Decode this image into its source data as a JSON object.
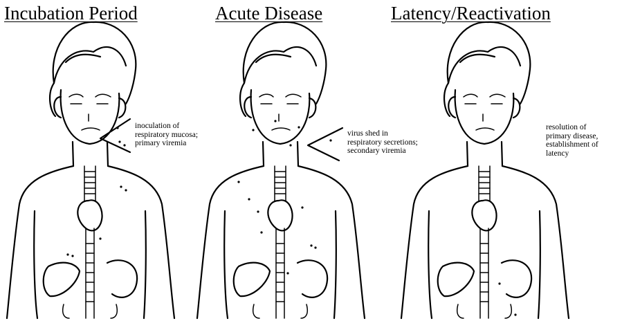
{
  "stages": [
    {
      "title": "Incubation Period",
      "annotation": [
        "inoculation of",
        "respiratory mucosa;",
        "primary viremia"
      ]
    },
    {
      "title": "Acute Disease",
      "annotation": [
        "virus shed in",
        "respiratory secretions;",
        "secondary viremia"
      ]
    },
    {
      "title": "Latency/Reactivation",
      "annotation": [
        "resolution of",
        "primary disease,",
        "establishment of",
        "latency"
      ]
    }
  ]
}
